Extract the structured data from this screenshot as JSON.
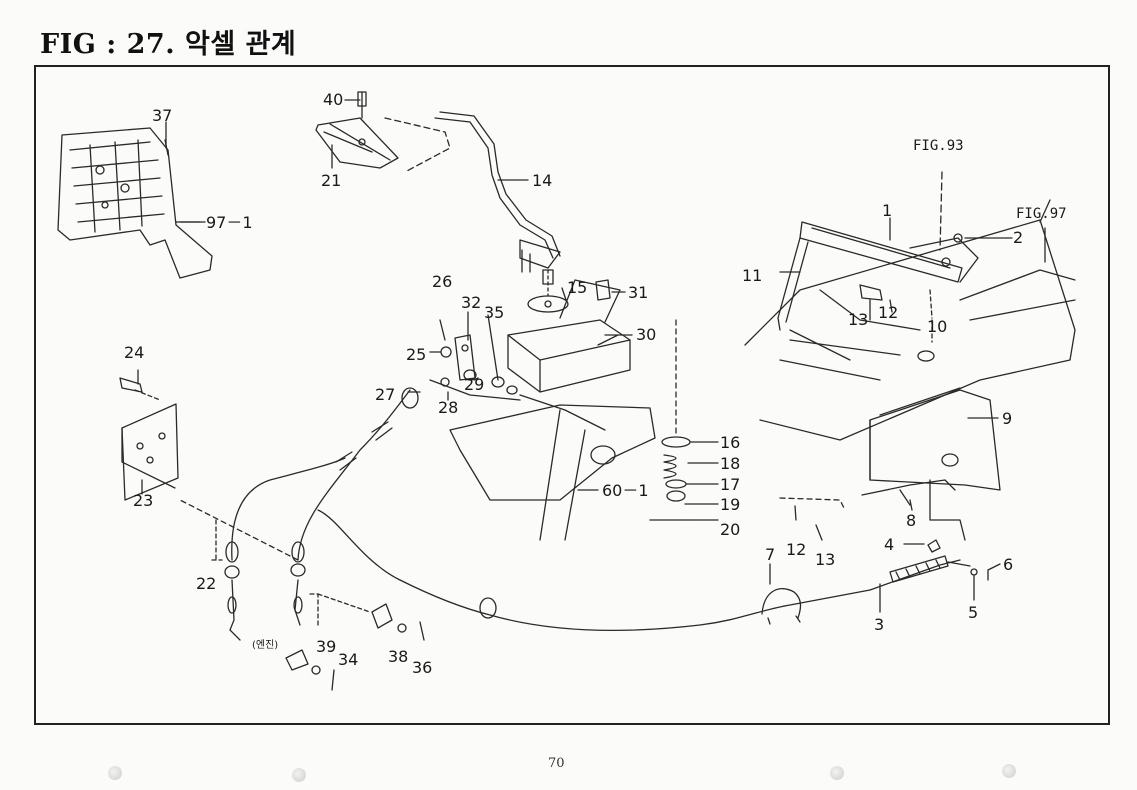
{
  "header": {
    "title": "FIG : 27.  악셀 관계"
  },
  "footer": {
    "page_number": "70"
  },
  "labels": {
    "p1": "1",
    "p2": "2",
    "p3": "3",
    "p4": "4",
    "p5": "5",
    "p6": "6",
    "p7": "7",
    "p8": "8",
    "p9": "9",
    "p10": "10",
    "p11": "11",
    "p12a": "12",
    "p12b": "12",
    "p13a": "13",
    "p13b": "13",
    "p14": "14",
    "p15": "15",
    "p16": "16",
    "p17": "17",
    "p18": "18",
    "p19": "19",
    "p20": "20",
    "p21": "21",
    "p22": "22",
    "p23": "23",
    "p24": "24",
    "p25": "25",
    "p26": "26",
    "p27": "27",
    "p28": "28",
    "p29": "29",
    "p30": "30",
    "p31": "31",
    "p32": "32",
    "p34": "34",
    "p35": "35",
    "p36": "36",
    "p37": "37",
    "p38": "38",
    "p39": "39",
    "p40": "40",
    "p60_1": "60－1",
    "p97_1": "97－1",
    "fig93": "FIG.93",
    "fig97": "FIG.97",
    "engine": "(엔진)"
  }
}
